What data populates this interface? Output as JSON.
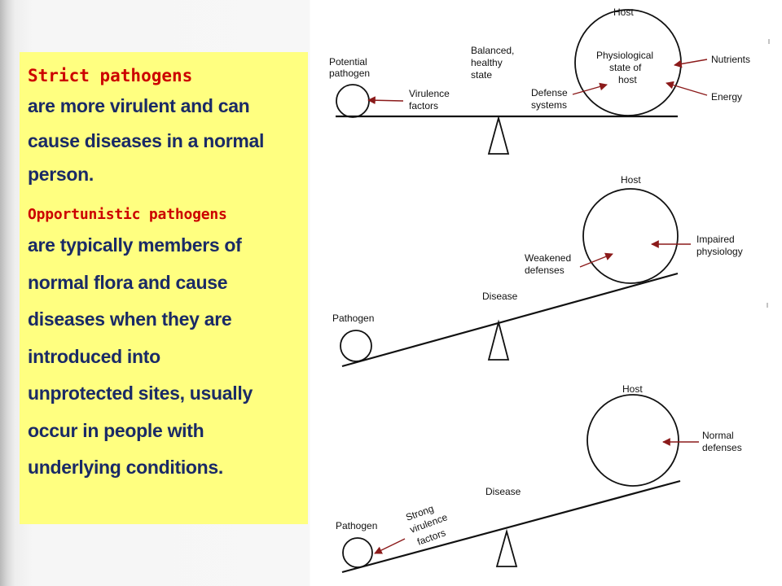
{
  "left_panel": {
    "strict_heading": "Strict pathogens",
    "strict_lines": [
      "are more virulent and can",
      "cause diseases in a normal",
      "person."
    ],
    "opportunistic_heading": "Opportunistic pathogens",
    "opportunistic_lines": [
      "are typically members of",
      "normal flora and cause",
      "diseases when they are",
      "introduced into",
      "unprotected sites, usually",
      "occur in people with",
      "underlying conditions."
    ]
  },
  "diagram": {
    "balanced": {
      "host": "Host",
      "physiological_line1": "Physiological",
      "physiological_line2": "state of",
      "physiological_line3": "host",
      "potential_line1": "Potential",
      "potential_line2": "pathogen",
      "balanced_line1": "Balanced,",
      "balanced_line2": "healthy",
      "balanced_line3": "state",
      "virulence_line1": "Virulence",
      "virulence_line2": "factors",
      "defense_line1": "Defense",
      "defense_line2": "systems",
      "nutrients": "Nutrients",
      "energy": "Energy"
    },
    "weakened": {
      "host": "Host",
      "impaired_line1": "Impaired",
      "impaired_line2": "physiology",
      "weakened_line1": "Weakened",
      "weakened_line2": "defenses",
      "disease": "Disease",
      "pathogen": "Pathogen"
    },
    "strong": {
      "host": "Host",
      "normal_line1": "Normal",
      "normal_line2": "defenses",
      "disease": "Disease",
      "pathogen": "Pathogen",
      "strong_line1": "Strong",
      "strong_line2": "virulence",
      "strong_line3": "factors"
    },
    "colors": {
      "arrow": "#8b1a1a",
      "line": "#111111",
      "heading_red": "#cc0000",
      "body_navy": "#1a2a66",
      "panel_yellow": "#ffff80"
    }
  }
}
